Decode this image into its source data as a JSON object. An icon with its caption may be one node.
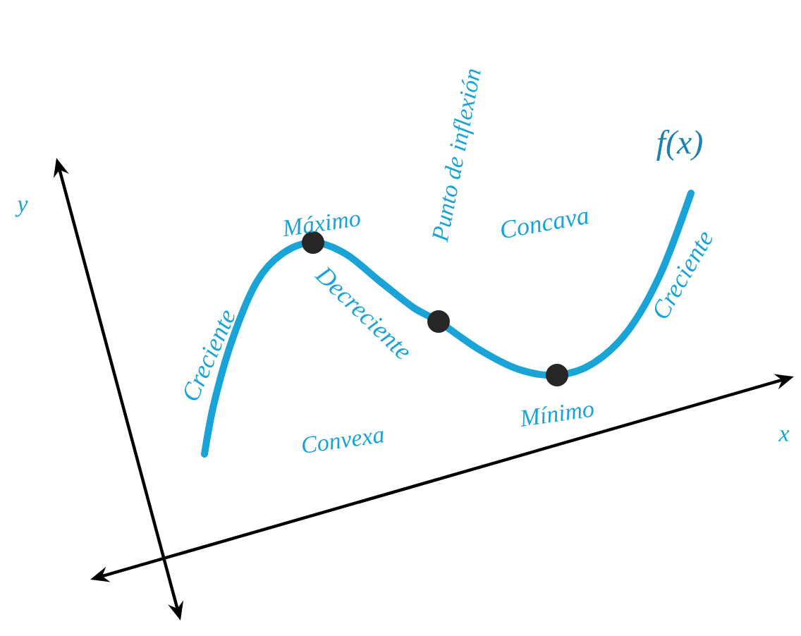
{
  "diagram": {
    "labels": [
      "Punto de inflexión",
      "f(x)",
      "y",
      "Máximo",
      "Concava",
      "Creciente",
      "Decreciente",
      "Creciente",
      "Mínimo",
      "x",
      "Convexa"
    ]
  }
}
